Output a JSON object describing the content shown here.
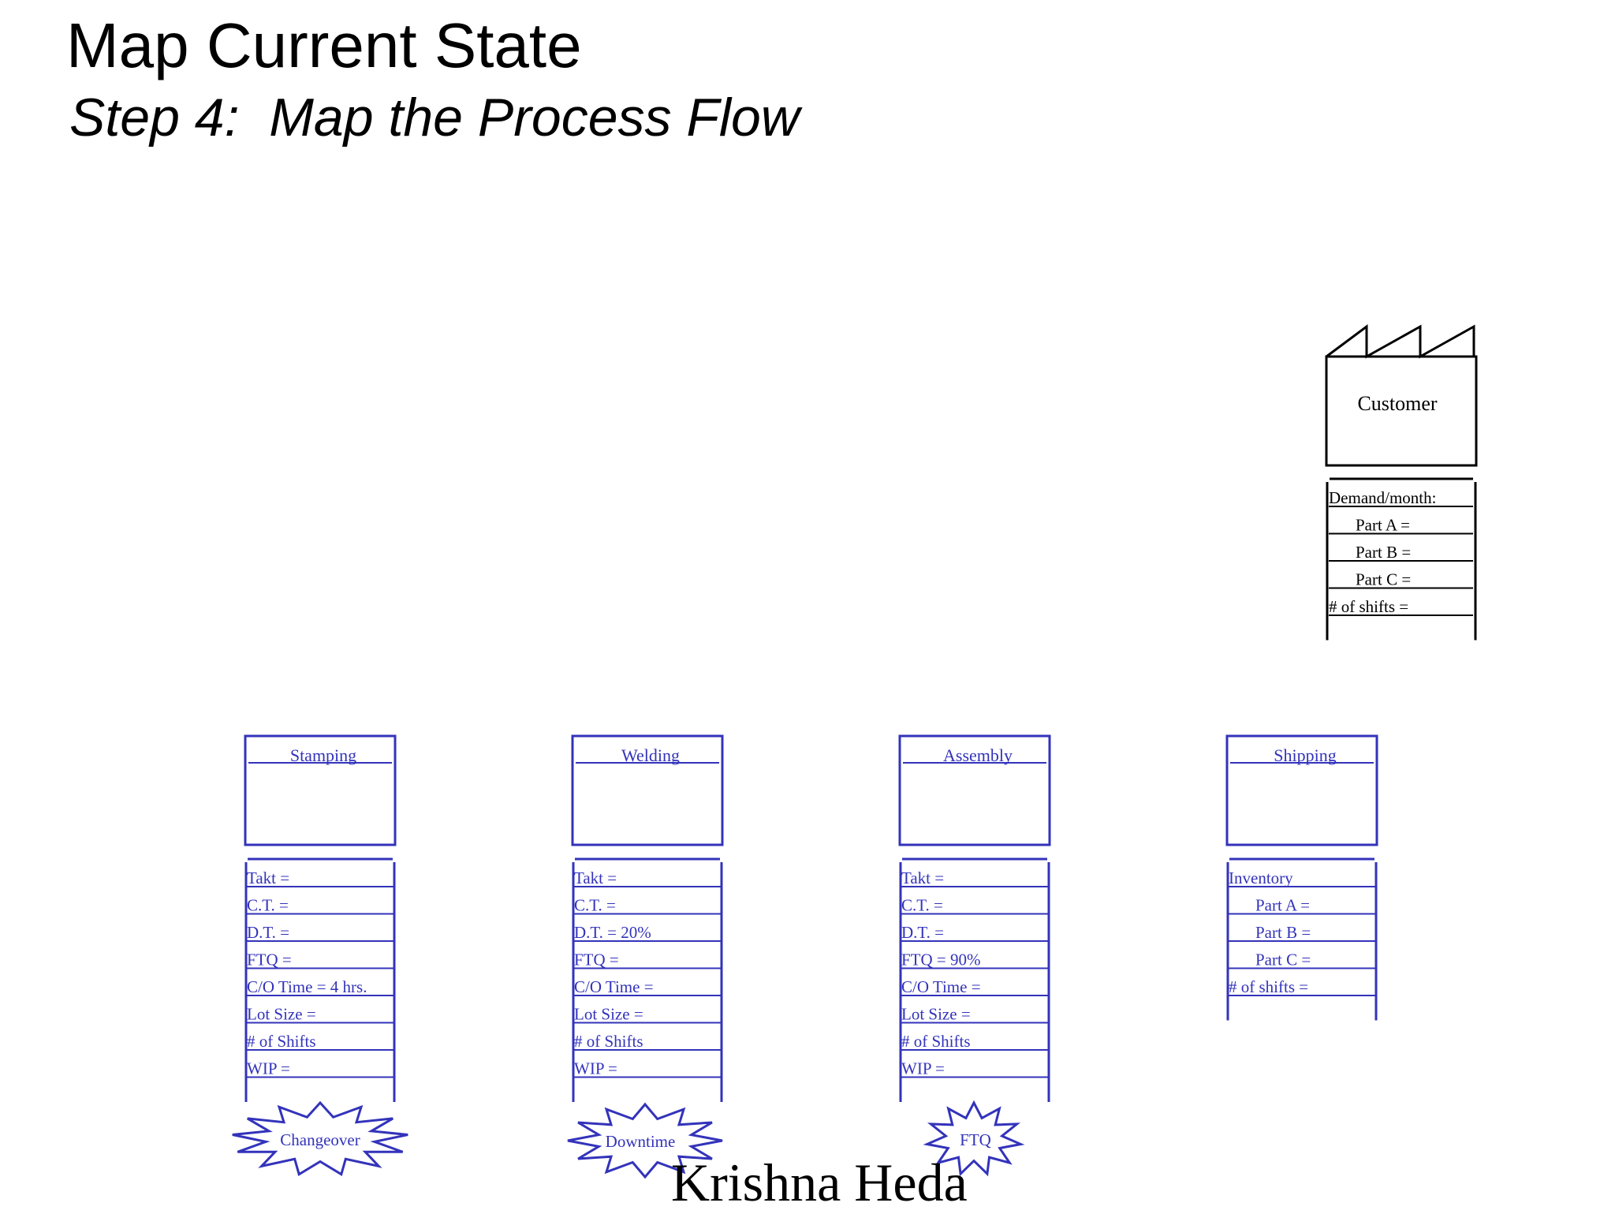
{
  "slide": {
    "title": "Map Current State",
    "subtitle": "Step 4:  Map the Process Flow",
    "author": "Krishna Heda"
  },
  "colors": {
    "process": "#3333bb",
    "customer": "#000000"
  },
  "customer": {
    "icon": "factory-icon",
    "label": "Customer",
    "rows": [
      "Demand/month:",
      "Part A =",
      "Part B =",
      "Part C =",
      "# of shifts ="
    ],
    "indented_rows": [
      false,
      true,
      true,
      true,
      false
    ]
  },
  "processes": [
    {
      "label": "Stamping",
      "rows": [
        "Takt =",
        "C.T. =",
        "D.T. =",
        "FTQ =",
        "C/O Time = 4 hrs.",
        "Lot Size =",
        "# of Shifts",
        "WIP ="
      ],
      "burst": "Changeover"
    },
    {
      "label": "Welding",
      "rows": [
        "Takt =",
        "C.T. =",
        "D.T. = 20%",
        "FTQ =",
        "C/O Time =",
        "Lot Size =",
        "# of Shifts",
        "WIP ="
      ],
      "burst": "Downtime"
    },
    {
      "label": "Assembly",
      "rows": [
        "Takt =",
        "C.T. =",
        "D.T. =",
        "FTQ = 90%",
        "C/O Time =",
        "Lot Size =",
        "# of Shifts",
        "WIP ="
      ],
      "burst": "FTQ"
    },
    {
      "label": "Shipping",
      "rows": [
        "Inventory",
        "Part A =",
        "Part B =",
        "Part C =",
        "# of shifts ="
      ],
      "indented_rows": [
        false,
        true,
        true,
        true,
        false
      ]
    }
  ]
}
